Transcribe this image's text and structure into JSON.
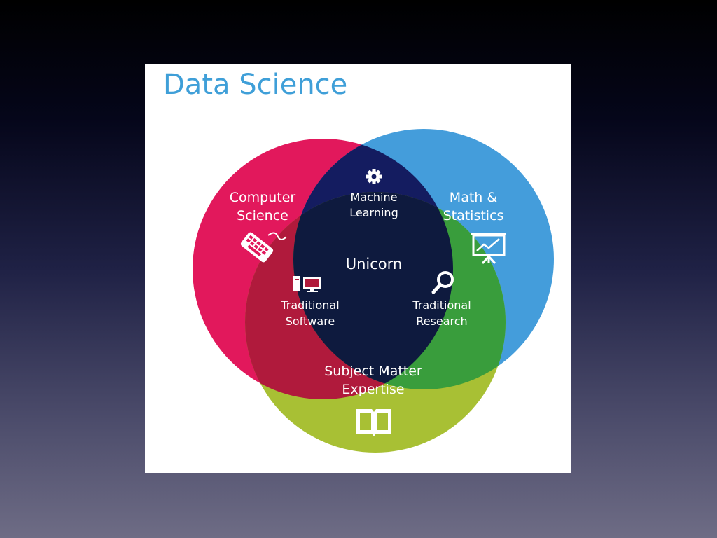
{
  "title": "Data Science",
  "colors": {
    "computer_science": "#e2185c",
    "math_statistics": "#449ddb",
    "subject_matter": "#a8c034",
    "machine_learning": "#141c60",
    "traditional_software": "#b01a3c",
    "traditional_research": "#399d3c",
    "unicorn": "#0e1a3e",
    "title": "#3f9fd8"
  },
  "regions": {
    "computer_science": {
      "line1": "Computer",
      "line2": "Science",
      "icon": "keyboard-icon"
    },
    "math_statistics": {
      "line1": "Math &",
      "line2": "Statistics",
      "icon": "presentation-chart-icon"
    },
    "subject_matter": {
      "line1": "Subject Matter",
      "line2": "Expertise",
      "icon": "open-book-icon"
    },
    "machine_learning": {
      "line1": "Machine",
      "line2": "Learning",
      "icon": "gear-icon"
    },
    "traditional_software": {
      "line1": "Traditional",
      "line2": "Software",
      "icon": "computer-icon"
    },
    "traditional_research": {
      "line1": "Traditional",
      "line2": "Research",
      "icon": "magnifier-icon"
    },
    "unicorn": {
      "label": "Unicorn"
    }
  }
}
